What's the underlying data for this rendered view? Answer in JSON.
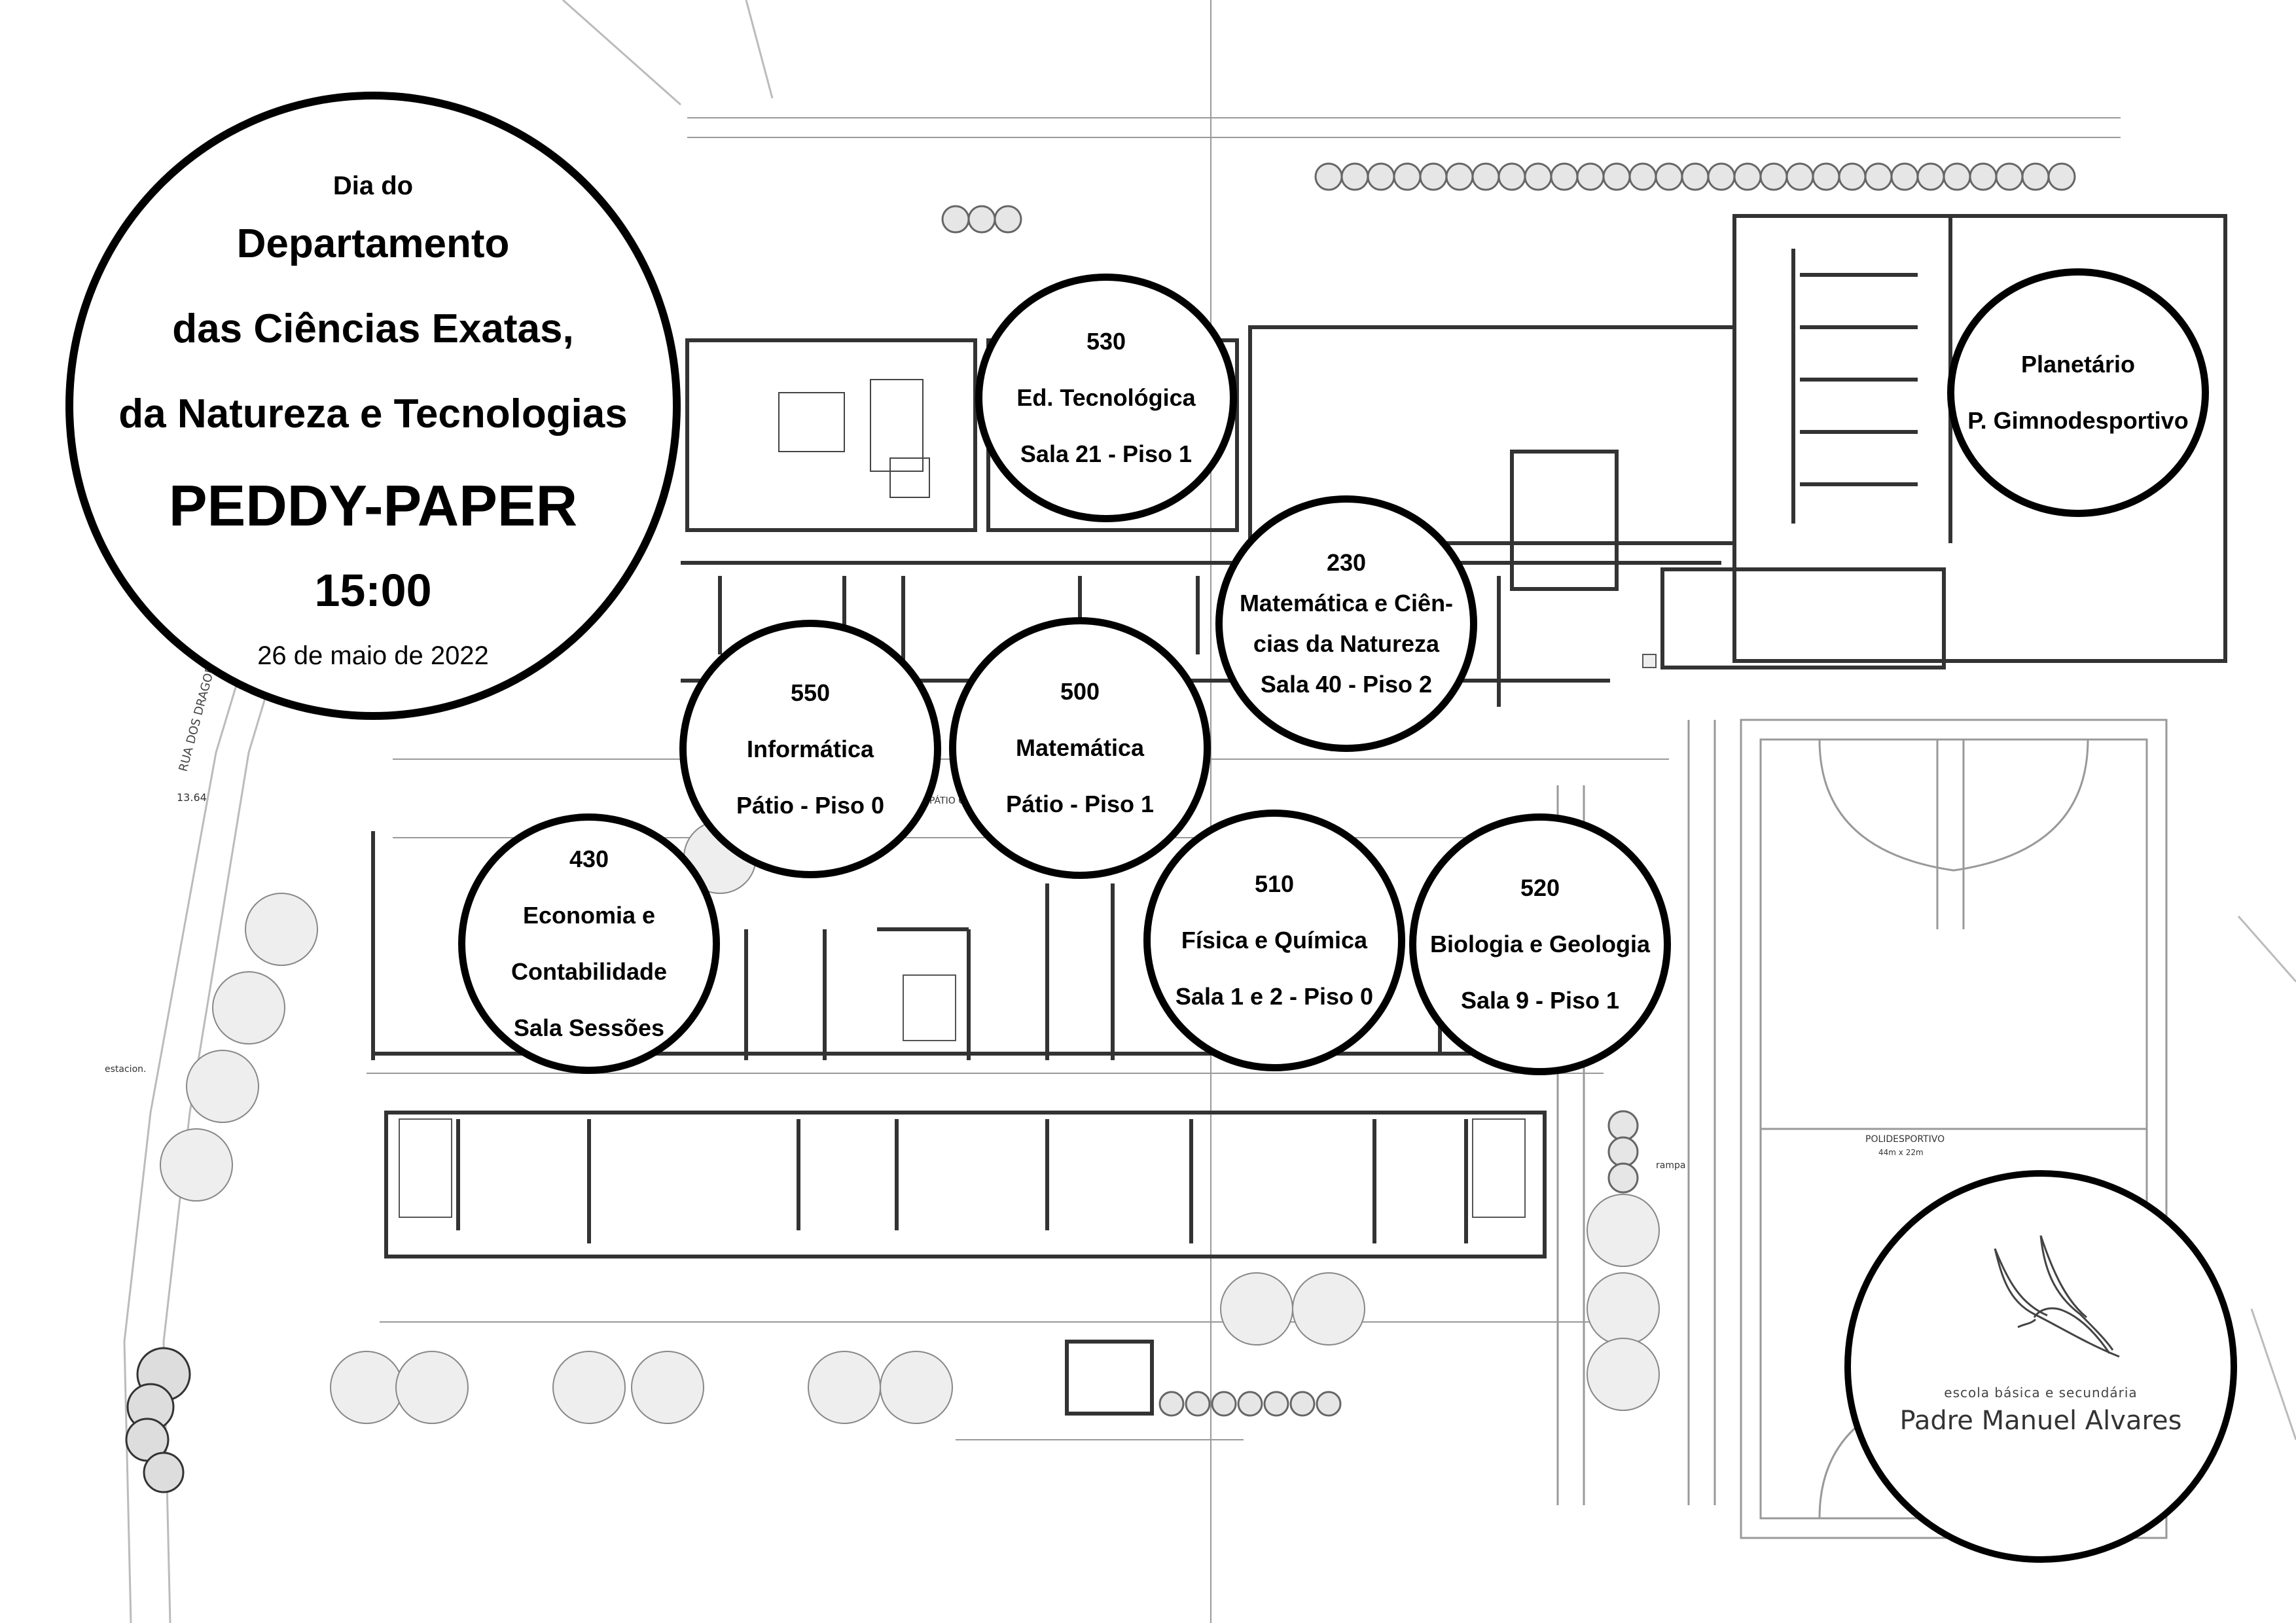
{
  "title_block": {
    "line1": "Dia do",
    "line2": "Departamento",
    "line3": "das Ciências Exatas,",
    "line4": "da Natureza e Tecnologias",
    "event": "PEDDY-PAPER",
    "time": "15:00",
    "date": "26 de maio de 2022"
  },
  "stations": [
    {
      "id": "530",
      "lines": [
        "530",
        "Ed. Tecnológica",
        "Sala 21 - Piso 1"
      ]
    },
    {
      "id": "planetario",
      "lines": [
        "Planetário",
        "P. Gimnodesportivo"
      ]
    },
    {
      "id": "230",
      "lines": [
        "230",
        "Matemática e Ciên-",
        "cias da Natureza",
        "Sala 40 - Piso 2"
      ]
    },
    {
      "id": "550",
      "lines": [
        "550",
        "Informática",
        "Pátio - Piso 0"
      ]
    },
    {
      "id": "500",
      "lines": [
        "500",
        "Matemática",
        "Pátio - Piso 1"
      ]
    },
    {
      "id": "430",
      "lines": [
        "430",
        "Economia e",
        "Contabilidade",
        "Sala Sessões"
      ]
    },
    {
      "id": "510",
      "lines": [
        "510",
        "Física e Química",
        "Sala 1 e 2 - Piso 0"
      ]
    },
    {
      "id": "520",
      "lines": [
        "520",
        "Biologia e Geologia",
        "Sala 9 - Piso 1"
      ]
    }
  ],
  "logo": {
    "subtitle": "escola básica e secundária",
    "name": "Padre Manuel Alvares"
  },
  "plan_labels": {
    "street": "RUA DOS DRAGOES",
    "elevation": "13.64",
    "sports": "POLIDESPORTIVO",
    "sports_size": "44m x 22m",
    "ramp": "rampa",
    "parking": "estacion.",
    "patio": "PÁTIO COBERTO"
  }
}
